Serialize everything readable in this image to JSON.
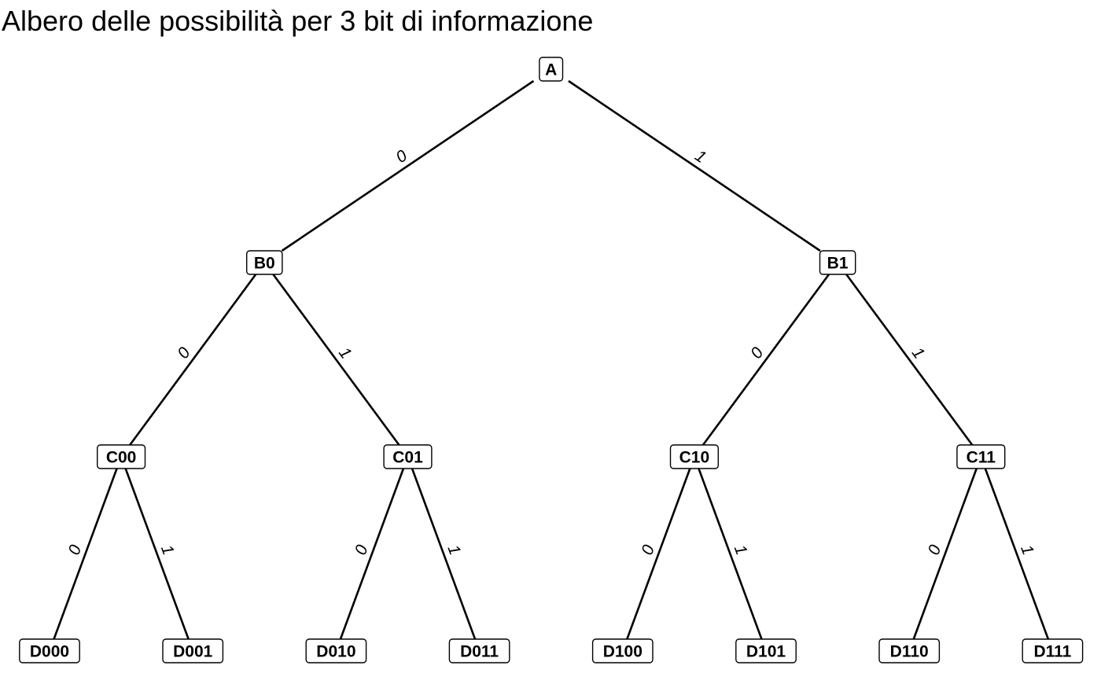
{
  "title": "Albero delle possibilità per 3 bit di informazione",
  "tree": {
    "nodes": [
      {
        "id": "A",
        "label": "A"
      },
      {
        "id": "B0",
        "label": "B0"
      },
      {
        "id": "B1",
        "label": "B1"
      },
      {
        "id": "C00",
        "label": "C00"
      },
      {
        "id": "C01",
        "label": "C01"
      },
      {
        "id": "C10",
        "label": "C10"
      },
      {
        "id": "C11",
        "label": "C11"
      },
      {
        "id": "D000",
        "label": "D000"
      },
      {
        "id": "D001",
        "label": "D001"
      },
      {
        "id": "D010",
        "label": "D010"
      },
      {
        "id": "D011",
        "label": "D011"
      },
      {
        "id": "D100",
        "label": "D100"
      },
      {
        "id": "D101",
        "label": "D101"
      },
      {
        "id": "D110",
        "label": "D110"
      },
      {
        "id": "D111",
        "label": "D111"
      }
    ],
    "edges": [
      {
        "from": "A",
        "to": "B0",
        "label": "0"
      },
      {
        "from": "A",
        "to": "B1",
        "label": "1"
      },
      {
        "from": "B0",
        "to": "C00",
        "label": "0"
      },
      {
        "from": "B0",
        "to": "C01",
        "label": "1"
      },
      {
        "from": "B1",
        "to": "C10",
        "label": "0"
      },
      {
        "from": "B1",
        "to": "C11",
        "label": "1"
      },
      {
        "from": "C00",
        "to": "D000",
        "label": "0"
      },
      {
        "from": "C00",
        "to": "D001",
        "label": "1"
      },
      {
        "from": "C01",
        "to": "D010",
        "label": "0"
      },
      {
        "from": "C01",
        "to": "D011",
        "label": "1"
      },
      {
        "from": "C10",
        "to": "D100",
        "label": "0"
      },
      {
        "from": "C10",
        "to": "D101",
        "label": "1"
      },
      {
        "from": "C11",
        "to": "D110",
        "label": "0"
      },
      {
        "from": "C11",
        "to": "D111",
        "label": "1"
      }
    ]
  }
}
